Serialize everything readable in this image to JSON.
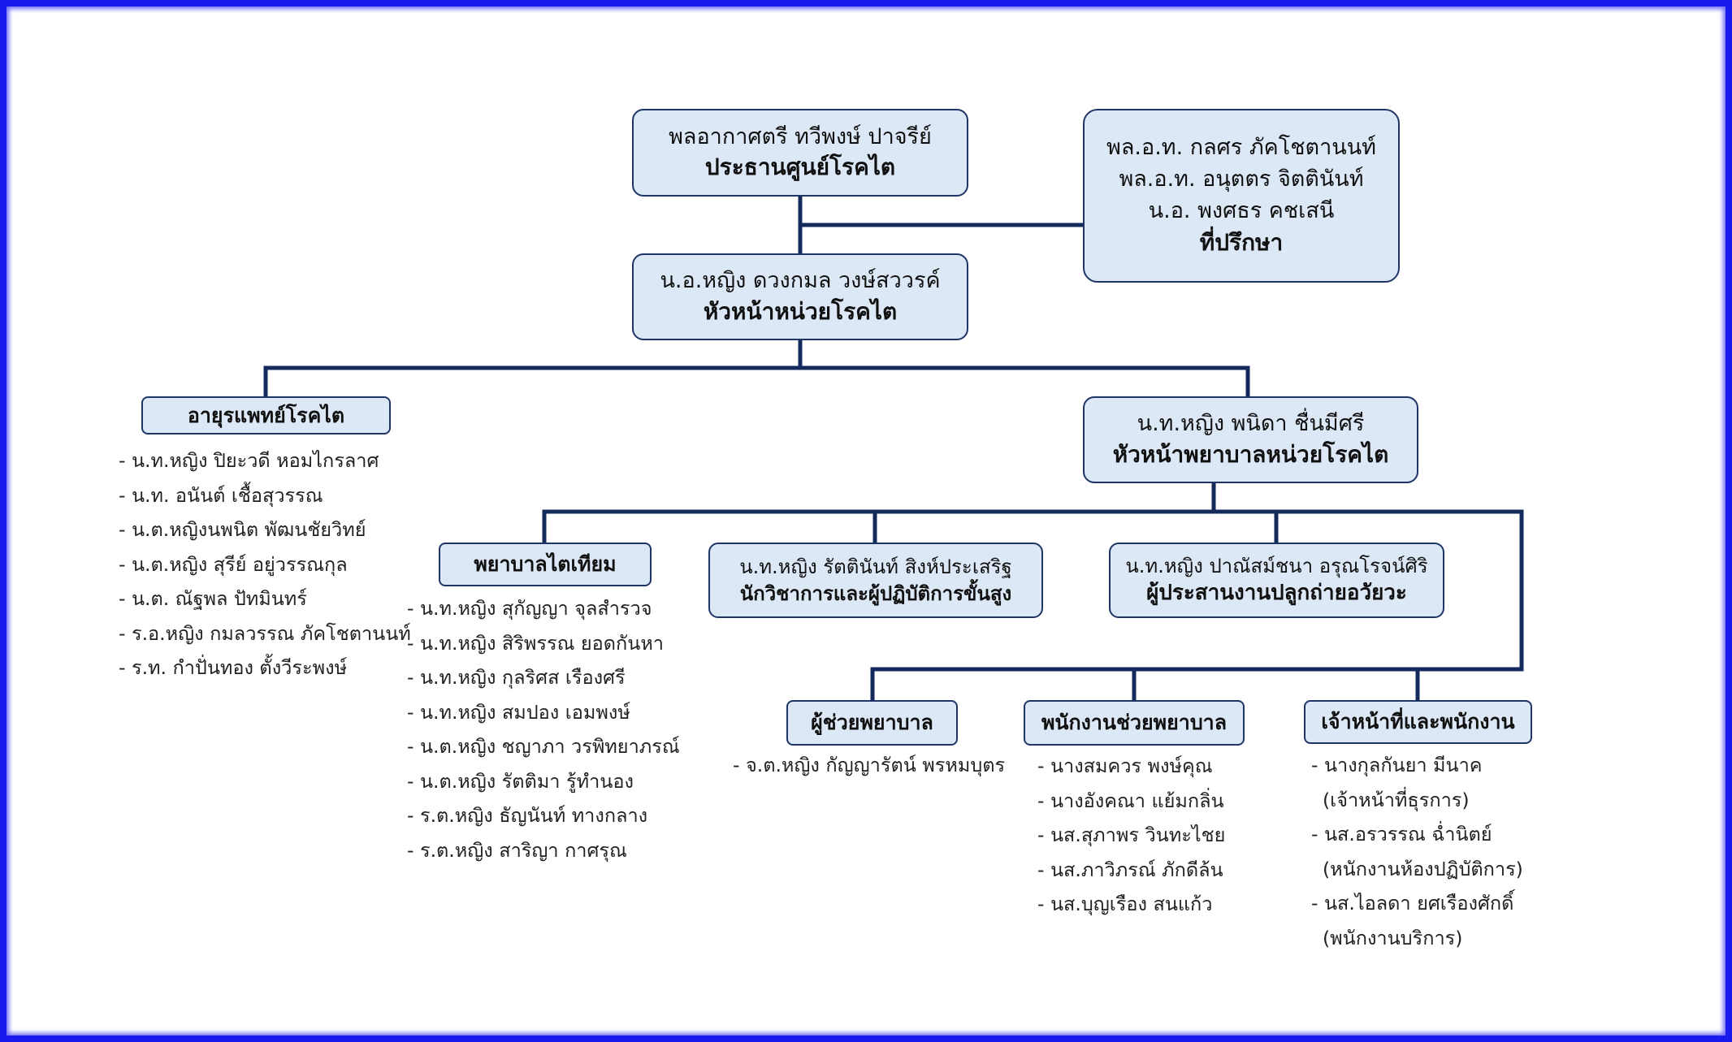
{
  "chairman": {
    "name": "พลอากาศตรี ทวีพงษ์ ปาจรีย์",
    "title": "ประธานศูนย์โรคไต"
  },
  "advisors": {
    "names": [
      "พล.อ.ท. กลศร ภัคโชตานนท์",
      "พล.อ.ท. อนุตตร จิตตินันท์",
      "น.อ. พงศธร คชเสนี"
    ],
    "title": "ที่ปรึกษา"
  },
  "unit_head": {
    "name": "น.อ.หญิง ดวงกมล วงษ์สววรค์",
    "title": "หัวหน้าหน่วยโรคไต"
  },
  "physicians": {
    "title": "อายุรแพทย์โรคไต",
    "members": [
      "- น.ท.หญิง ปิยะวดี หอมไกรลาศ",
      "- น.ท. อนันต์ เชื้อสุวรรณ",
      "- น.ต.หญิงนพนิต พัฒนชัยวิทย์",
      "- น.ต.หญิง สุรีย์ อยู่วรรณกุล",
      "- น.ต. ณัฐพล ปัทมินทร์",
      "- ร.อ.หญิง กมลวรรณ ภัคโชตานนท์",
      "- ร.ท. กำปั่นทอง ตั้งวีระพงษ์"
    ]
  },
  "head_nurse": {
    "name": "น.ท.หญิง พนิดา ชื่นมีศรี",
    "title": "หัวหน้าพยาบาลหน่วยโรคไต"
  },
  "dialysis_nurses": {
    "title": "พยาบาลไตเทียม",
    "members": [
      "- น.ท.หญิง สุกัญญา จุลสำรวจ",
      "- น.ท.หญิง สิริพรรณ ยอดกันหา",
      "- น.ท.หญิง กุลริศส เรืองศรี",
      "- น.ท.หญิง สมปอง เอมพงษ์",
      "- น.ต.หญิง ชญาภา วรพิทยาภรณ์",
      "- น.ต.หญิง รัตติมา รู้ทำนอง",
      "- ร.ต.หญิง ธัญนันท์ ทางกลาง",
      "- ร.ต.หญิง สาริญา กาศรุณ"
    ]
  },
  "academic": {
    "name": "น.ท.หญิง รัตตินันท์ สิงห์ประเสริฐ",
    "title": "นักวิชาการและผู้ปฏิบัติการขั้นสูง"
  },
  "transplant": {
    "name": "น.ท.หญิง ปาณัสม์ชนา อรุณโรจน์ศิริ",
    "title": "ผู้ประสานงานปลูกถ่ายอวัยวะ"
  },
  "assistant_nurses": {
    "title": "ผู้ช่วยพยาบาล",
    "members": [
      "- จ.ต.หญิง กัญญารัตน์ พรหมบุตร"
    ]
  },
  "nurse_aides": {
    "title": "พนักงานช่วยพยาบาล",
    "members": [
      "- นางสมควร พงษ์คุณ",
      "- นางอังคณา แย้มกลิ่น",
      "- นส.สุภาพร วินทะไชย",
      "- นส.ภาวิภรณ์ ภักดีล้น",
      "- นส.บุญเรือง สนแก้ว"
    ]
  },
  "staff": {
    "title": "เจ้าหน้าที่และพนักงาน",
    "members": [
      "- นางกุลกันยา มีนาค",
      "(เจ้าหน้าที่ธุรการ)",
      "- นส.อรวรรณ ฉ่ำนิตย์",
      "(หนักงานห้องปฏิบัติการ)",
      "- นส.ไอลดา ยศเรืองศักดิ์",
      "(พนักงานบริการ)"
    ]
  },
  "colors": {
    "box_fill": "#dce8f6",
    "line": "#1f3566",
    "frame": "#1a1aee"
  }
}
